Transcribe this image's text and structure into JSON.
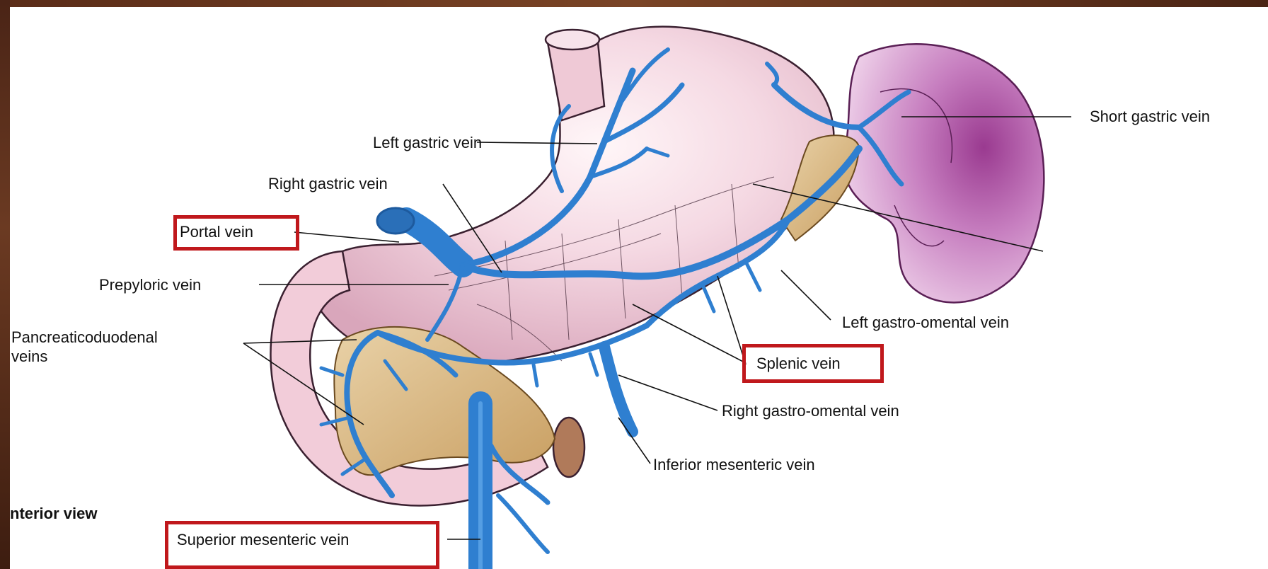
{
  "labels": {
    "short_gastric": "Short gastric vein",
    "left_gastric": "Left gastric vein",
    "right_gastric": "Right gastric vein",
    "portal": "Portal vein",
    "prepyloric": "Prepyloric vein",
    "pancreaticoduodenal_1": "Pancreaticoduodenal",
    "pancreaticoduodenal_2": "veins",
    "left_gastro_omental": "Left gastro-omental vein",
    "splenic": "Splenic vein",
    "right_gastro_omental": "Right gastro-omental vein",
    "inferior_mesenteric": "Inferior mesenteric vein",
    "superior_mesenteric": "Superior mesenteric vein"
  },
  "caption": "nterior view",
  "colors": {
    "vein": "#2f7fd0",
    "vein_dark": "#1d5a9e",
    "stomach": "#efc9d6",
    "spleen": "#a4479a",
    "pancreas": "#d8b98a",
    "highlight_box": "#c0181c"
  }
}
